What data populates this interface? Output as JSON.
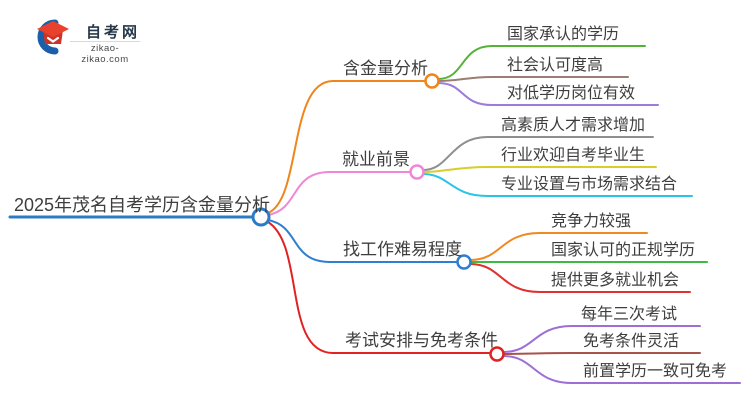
{
  "logo": {
    "title": "自考网",
    "domain": "zikao-zikao.com",
    "crescent_color": "#1b5fa8",
    "cap_color": "#e8422e",
    "cap_base_color": "#cf3325"
  },
  "mindmap": {
    "root": {
      "label": "2025年茂名自考学历含金量分析",
      "color": "#2b7cc4"
    },
    "branches": [
      {
        "label": "含金量分析",
        "color": "#f08519",
        "children": [
          {
            "label": "国家承认的学历",
            "color": "#54b335"
          },
          {
            "label": "社会认可度高",
            "color": "#9b7d73"
          },
          {
            "label": "对低学历岗位有效",
            "color": "#9d7bd8"
          }
        ]
      },
      {
        "label": "就业前景",
        "color": "#ef86d8",
        "children": [
          {
            "label": "高素质人才需求增加",
            "color": "#8f8f8f"
          },
          {
            "label": "行业欢迎自考毕业生",
            "color": "#d6ce2a"
          },
          {
            "label": "专业设置与市场需求结合",
            "color": "#27c4e8"
          }
        ]
      },
      {
        "label": "找工作难易程度",
        "color": "#2e7fd0",
        "children": [
          {
            "label": "竞争力较强",
            "color": "#f0891f"
          },
          {
            "label": "国家认可的正规学历",
            "color": "#3fba41"
          },
          {
            "label": "提供更多就业机会",
            "color": "#e03030"
          }
        ]
      },
      {
        "label": "考试安排与免考条件",
        "color": "#e02222",
        "children": [
          {
            "label": "每年三次考试",
            "color": "#9d6ed6"
          },
          {
            "label": "免考条件灵活",
            "color": "#a8524a"
          },
          {
            "label": "前置学历一致可免考",
            "color": "#9d6ed6"
          }
        ]
      }
    ]
  }
}
